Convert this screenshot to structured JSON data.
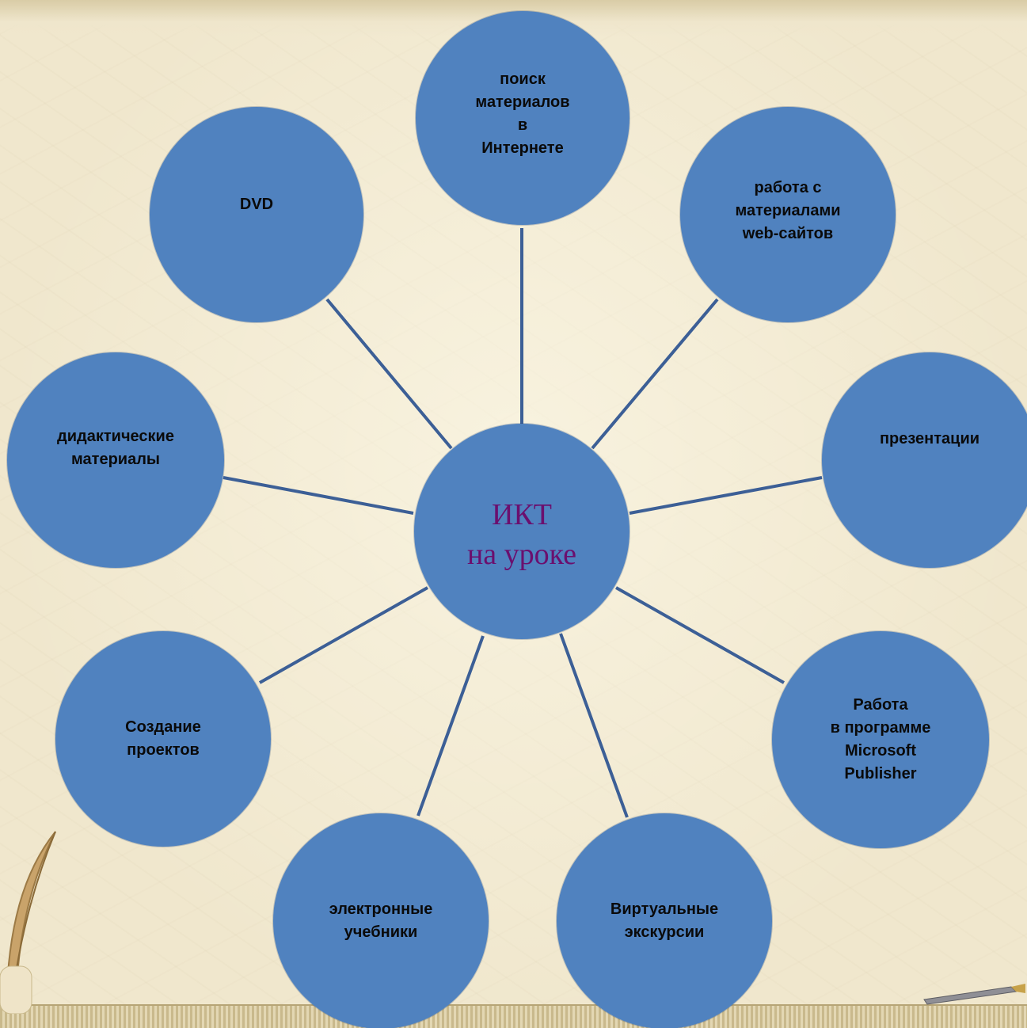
{
  "diagram": {
    "center": {
      "label": "ИКТ\nна уроке"
    },
    "nodes": [
      {
        "id": "search",
        "label": "поиск\nматериалов\nв\nИнтернете"
      },
      {
        "id": "websites",
        "label": "работа  с\nматериалами\nweb-сайтов"
      },
      {
        "id": "presentations",
        "label": "презентации"
      },
      {
        "id": "publisher",
        "label": "Работа\nв программе\nMicrosoft\nPublisher"
      },
      {
        "id": "excursions",
        "label": "Виртуальные\nэкскурсии"
      },
      {
        "id": "textbooks",
        "label": "электронные\nучебники"
      },
      {
        "id": "projects",
        "label": "Создание\nпроектов"
      },
      {
        "id": "didactic",
        "label": "дидактические\nматериалы"
      },
      {
        "id": "dvd",
        "label": "DVD"
      }
    ]
  },
  "colors": {
    "node_fill": "#5082bf",
    "connector": "#3c5f96",
    "node_text": "#0a0a0a",
    "center_text": "#6b0f6e",
    "background": "#f0e7cd"
  },
  "icons": [
    "feather-quill-decoration",
    "fountain-pen-decoration"
  ]
}
